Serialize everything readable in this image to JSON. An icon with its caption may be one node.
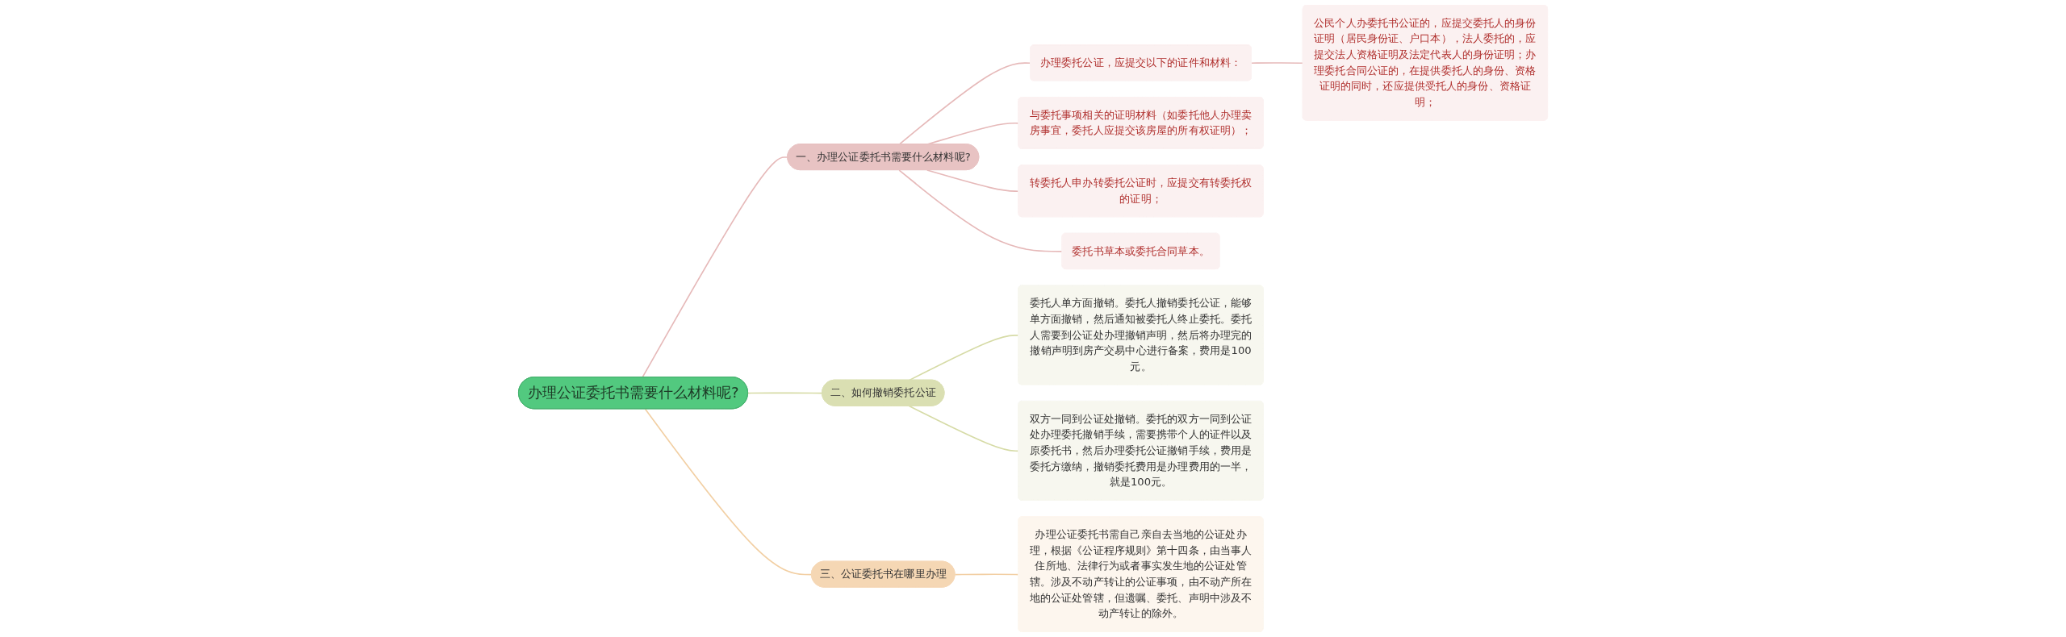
{
  "diagram": {
    "nodes": [
      {
        "text": [
          "办理公证委托书需要什么材料呢?"
        ]
      },
      {
        "text": [
          "一、办理公证委托书需要什么材料呢?"
        ]
      },
      {
        "text": [
          "办理委托公证，应提交以下的证件和材料："
        ]
      },
      {
        "text": [
          "公民个人办委托书公证的，应提交委托人的身份证明（居民身份证、户口本），法人委托的，应提交法人资格证明及法定代表人的身份证明；办理委托合同公证的，在提供委托人的身份、资格证明的同时，还应提供受托人的身份、资格证明；"
        ]
      },
      {
        "text": [
          "与委托事项相关的证明材料（如委托他人办理卖房事宜，委托人应提交该房屋的所有权证明）；"
        ]
      },
      {
        "text": [
          "转委托人申办转委托公证时，应提交有转委托权的证明；"
        ]
      },
      {
        "text": [
          "委托书草本或委托合同草本。"
        ]
      },
      {
        "text": [
          "二、如何撤销委托公证"
        ]
      },
      {
        "text": [
          "委托人单方面撤销。委托人撤销委托公证，能够单方面撤销，然后通知被委托人终止委托。委托人需要到公证处办理撤销声明，然后将办理完的撤销声明到房产交易中心进行备案，费用是100元。"
        ]
      },
      {
        "text": [
          "双方一同到公证处撤销。委托的双方一同到公证处办理委托撤销手续，需要携带个人的证件以及原委托书，然后办理委托公证撤销手续，费用是委托方缴纳，撤销委托费用是办理费用的一半，就是100元。"
        ]
      },
      {
        "text": [
          "三、公证委托书在哪里办理"
        ]
      },
      {
        "text": [
          "办理公证委托书需自己亲自去当地的公证处办理，根据《公证程序规则》第十四条，由当事人住所地、法律行为或者事实发生地的公证处管辖。涉及不动产转让的公证事项，由不动产所在地的公证处管辖，但遗嘱、委托、声明中涉及不动产转让的除外。"
        ]
      }
    ],
    "edges": [
      {
        "from": 0,
        "to": 1,
        "arrow": "none"
      },
      {
        "from": 1,
        "to": 2,
        "arrow": "none"
      },
      {
        "from": 2,
        "to": 3,
        "arrow": "none"
      },
      {
        "from": 1,
        "to": 4,
        "arrow": "none"
      },
      {
        "from": 1,
        "to": 5,
        "arrow": "none"
      },
      {
        "from": 1,
        "to": 6,
        "arrow": "none"
      },
      {
        "from": 0,
        "to": 7,
        "arrow": "none",
        "color": "#d6dba6"
      },
      {
        "from": 7,
        "to": 8,
        "arrow": "none",
        "color": "#d6dba6"
      },
      {
        "from": 7,
        "to": 9,
        "arrow": "none",
        "color": "#d6dba6"
      },
      {
        "from": 0,
        "to": 10,
        "arrow": "none",
        "color": "#f2cfa3"
      },
      {
        "from": 10,
        "to": 11,
        "arrow": "none",
        "color": "#f2cfa3"
      }
    ]
  }
}
